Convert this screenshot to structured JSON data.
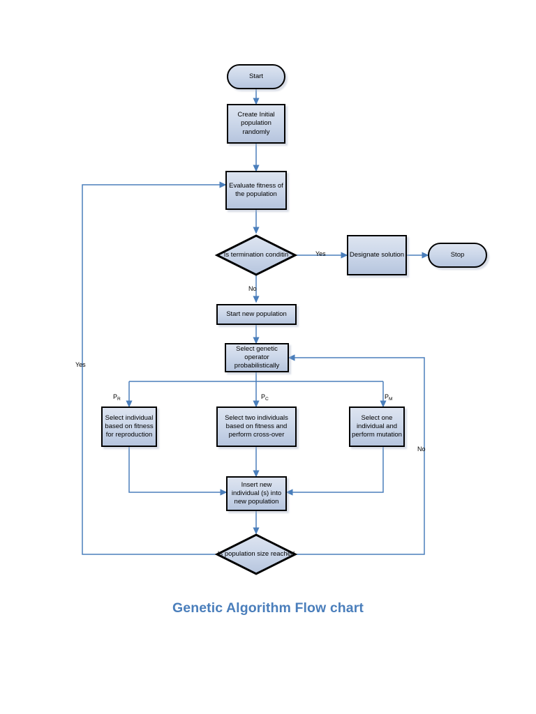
{
  "title": "Genetic Algorithm Flow chart",
  "title_color": "#4a7ebb",
  "theme": {
    "node_fill_top": "#dde4f0",
    "node_fill_bottom": "#b6c5de",
    "node_border": "#000000",
    "connector_color": "#4a7ebb",
    "background": "#ffffff"
  },
  "nodes": {
    "start": {
      "label": "Start",
      "shape": "terminator"
    },
    "create_population": {
      "label": "Create Initial population randomly",
      "shape": "process"
    },
    "evaluate_fitness": {
      "label": "Evaluate fitness of the population",
      "shape": "process"
    },
    "termination_check": {
      "label": "Is termination conditin",
      "shape": "decision"
    },
    "designate_solution": {
      "label": "Designate solution",
      "shape": "process"
    },
    "stop": {
      "label": "Stop",
      "shape": "terminator"
    },
    "start_new_population": {
      "label": "Start new population",
      "shape": "process"
    },
    "select_operator": {
      "label": "Select genetic operator probabilistically",
      "shape": "process"
    },
    "reproduction": {
      "label": "Select individual based on fitness for reproduction",
      "shape": "process"
    },
    "crossover": {
      "label": "Select two individuals based on fitness and perform cross-over",
      "shape": "process"
    },
    "mutation": {
      "label": "Select one individual and perform mutation",
      "shape": "process"
    },
    "insert_individual": {
      "label": "Insert new individual (s) into new population",
      "shape": "process"
    },
    "population_size_check": {
      "label": "Is population size reached",
      "shape": "decision"
    }
  },
  "edge_labels": {
    "termination_yes": "Yes",
    "termination_no": "No",
    "operator_reproduction": "P",
    "operator_reproduction_sub": "R",
    "operator_crossover": "P",
    "operator_crossover_sub": "C",
    "operator_mutation": "P",
    "operator_mutation_sub": "M",
    "population_yes": "Yes",
    "population_no": "No"
  }
}
